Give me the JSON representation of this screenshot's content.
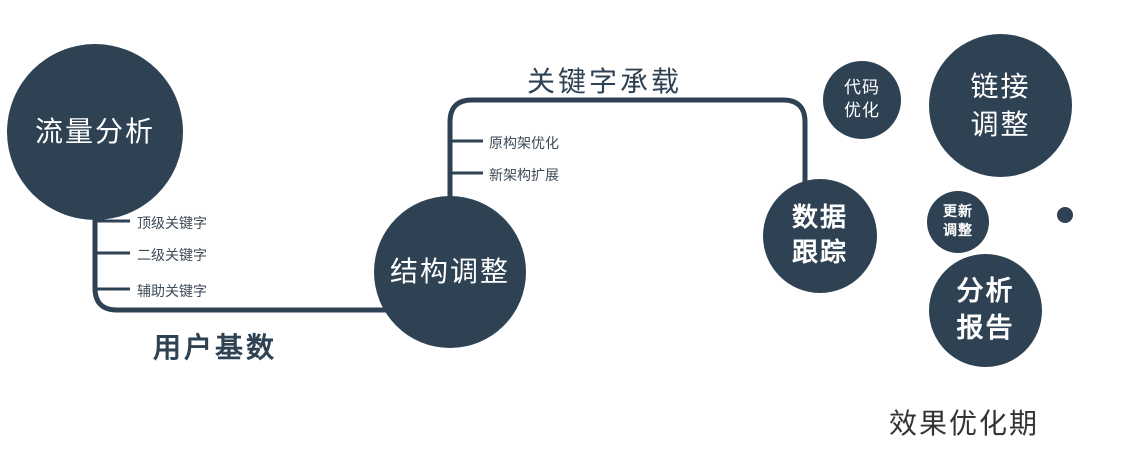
{
  "colors": {
    "primary": "#2e4254",
    "ink": "#333333",
    "label": "#3d4a57"
  },
  "nodes": {
    "traffic": {
      "label": "流量分析"
    },
    "structure": {
      "label": "结构调整"
    },
    "data_tracking": {
      "line1": "数据",
      "line2": "跟踪"
    },
    "code_opt": {
      "line1": "代码",
      "line2": "优化"
    },
    "link_adjust": {
      "line1": "链接",
      "line2": "调整"
    },
    "update_adjust": {
      "line1": "更新",
      "line2": "调整"
    },
    "analysis_report": {
      "line1": "分析",
      "line2": "报告"
    }
  },
  "edge_labels": {
    "keyword_carry": "关键字承载",
    "user_base": "用户基数"
  },
  "branches": {
    "traffic": [
      "顶级关键字",
      "二级关键字",
      "辅助关键字"
    ],
    "structure": [
      "原构架优化",
      "新架构扩展"
    ]
  },
  "footer": "效果优化期"
}
